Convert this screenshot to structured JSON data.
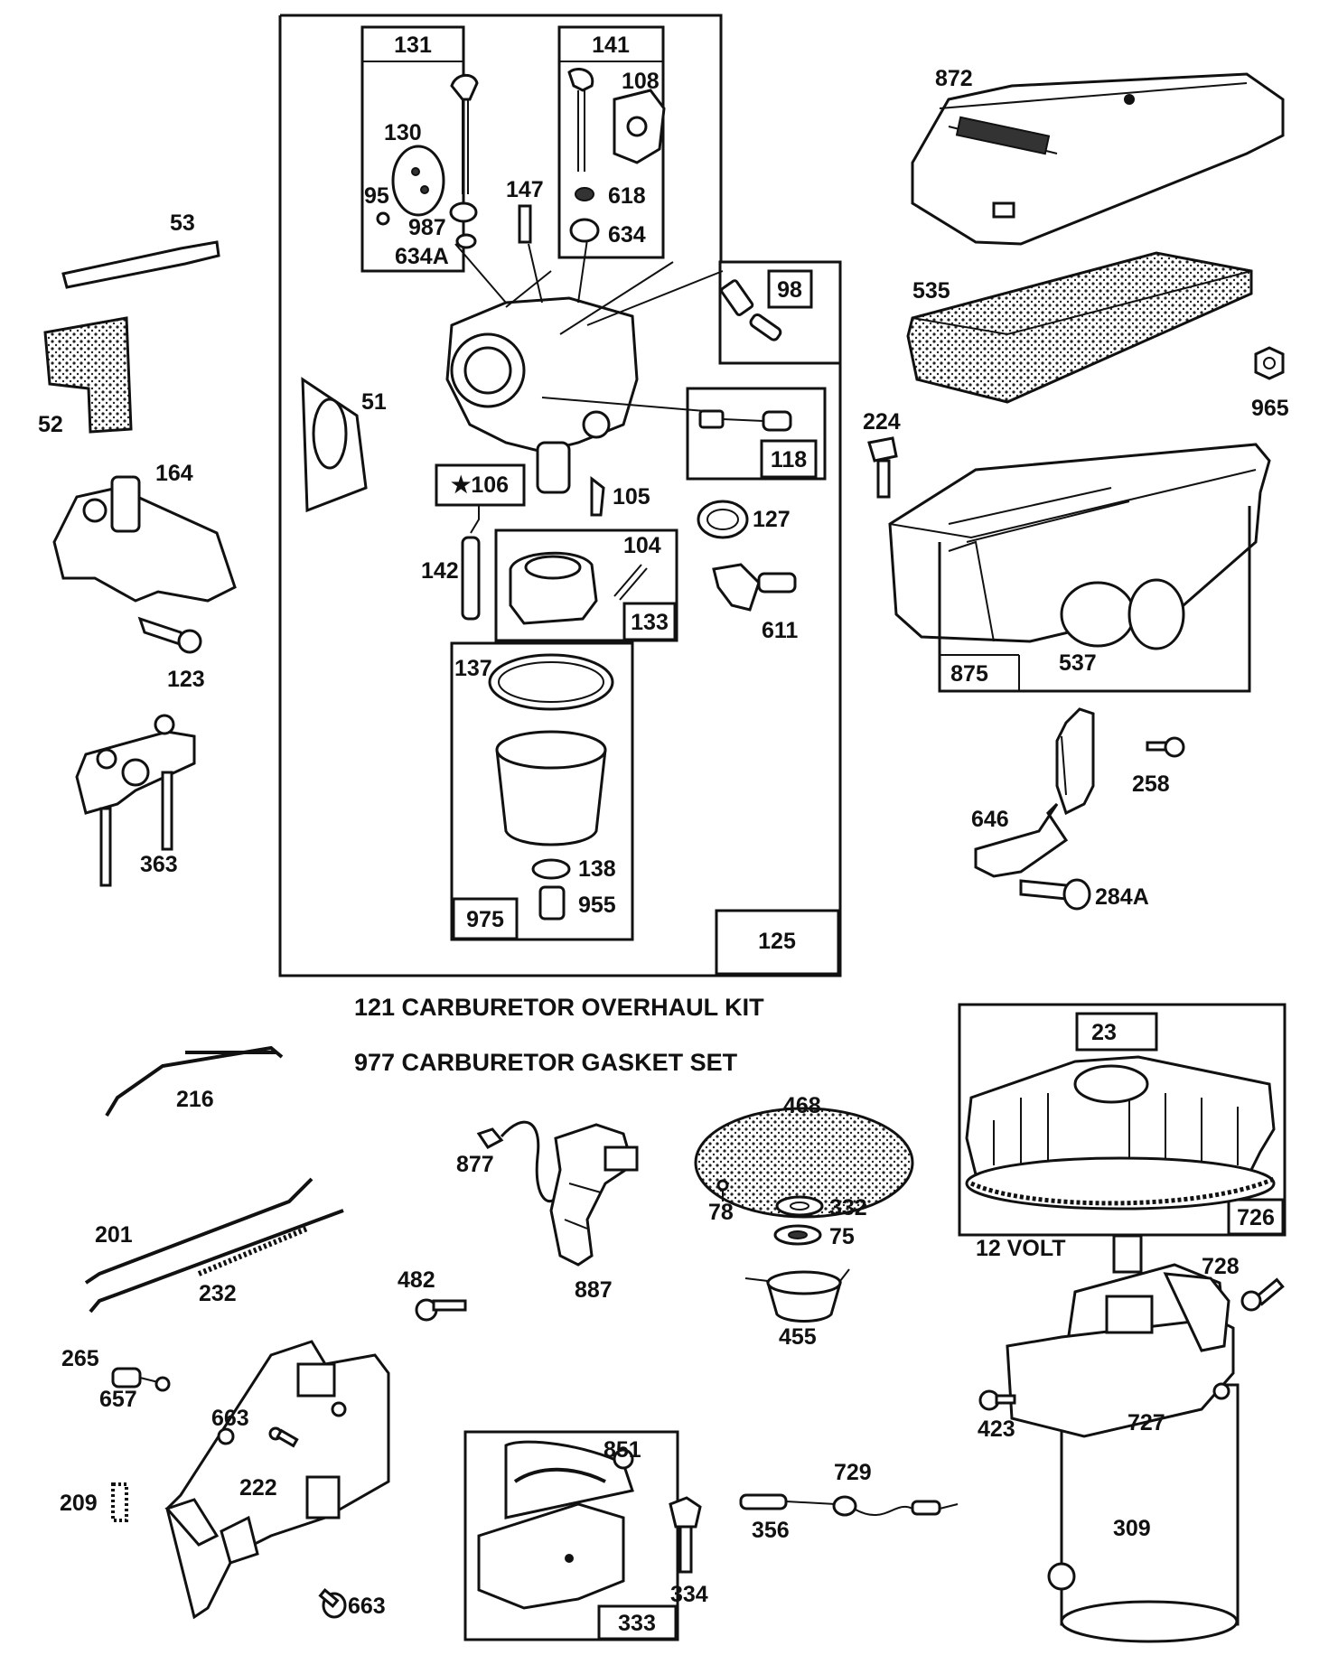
{
  "title": "",
  "captions": {
    "kit_121": "121 CARBURETOR OVERHAUL KIT",
    "gasket_977": "977 CARBURETOR GASKET SET",
    "volt_12": "12 VOLT"
  },
  "box_labels": {
    "b131": "131",
    "b141": "141",
    "b98": "98",
    "b118": "118",
    "b106": "★106",
    "b133": "133",
    "b975": "975",
    "b125": "125",
    "b875": "875",
    "b23": "23",
    "b726": "726",
    "b333": "333"
  },
  "part_labels": {
    "p53": "53",
    "p52": "52",
    "p164": "164",
    "p123": "123",
    "p363": "363",
    "p51": "51",
    "p130": "130",
    "p95": "95",
    "p987": "987",
    "p634A": "634A",
    "p108": "108",
    "p618": "618",
    "p634": "634",
    "p147": "147",
    "p105": "105",
    "p142": "142",
    "p104": "104",
    "p127": "127",
    "p611": "611",
    "p137": "137",
    "p138": "138",
    "p955": "955",
    "p872": "872",
    "p535": "535",
    "p965": "965",
    "p224": "224",
    "p537": "537",
    "p258": "258",
    "p646": "646",
    "p284A": "284A",
    "p216": "216",
    "p201": "201",
    "p232": "232",
    "p877": "877",
    "p887": "887",
    "p482": "482",
    "p468": "468",
    "p78": "78",
    "p332": "332",
    "p75": "75",
    "p455": "455",
    "p728": "728",
    "p423": "423",
    "p727": "727",
    "p309": "309",
    "p265": "265",
    "p657": "657",
    "p663a": "663",
    "p209": "209",
    "p222": "222",
    "p663b": "663",
    "p851": "851",
    "p334": "334",
    "p729": "729",
    "p356": "356"
  }
}
